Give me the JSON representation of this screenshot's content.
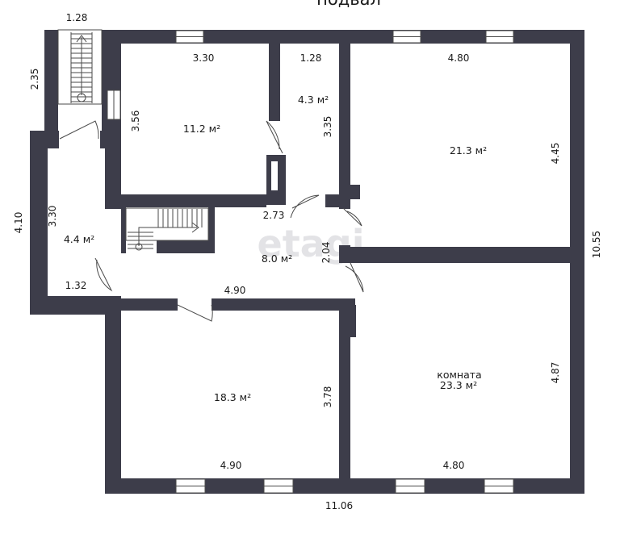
{
  "title": "подвал",
  "watermark": "etagi",
  "rooms": {
    "room_1": {
      "area": "11.2 м²",
      "dim_top": "3.30",
      "dim_side": "3.56"
    },
    "room_2": {
      "area": "4.3 м²",
      "dim_top": "1.28",
      "dim_side": "3.35"
    },
    "room_3": {
      "area": "21.3 м²",
      "dim_top": "4.80",
      "dim_side": "4.45"
    },
    "room_4": {
      "area": "4.4 м²",
      "dim_side": "3.30",
      "dim_bottom": "1.32"
    },
    "hall": {
      "area": "8.0 м²",
      "dim_top": "2.73",
      "dim_bottom": "4.90",
      "dim_side": "2.04"
    },
    "room_5": {
      "area": "18.3 м²",
      "dim_side": "3.78",
      "dim_bottom": "4.90"
    },
    "room_6": {
      "name": "комната",
      "area": "23.3 м²",
      "dim_side": "4.87",
      "dim_bottom": "4.80"
    }
  },
  "stair": {
    "width": "1.28",
    "length": "2.35"
  },
  "overall": {
    "width": "11.06",
    "height": "10.55",
    "annex_height": "4.10"
  }
}
